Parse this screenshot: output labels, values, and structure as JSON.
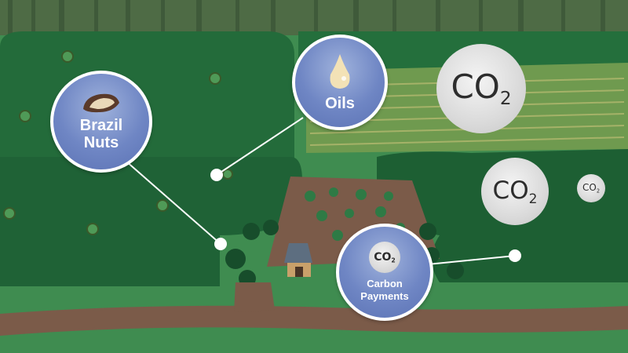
{
  "callouts": {
    "brazil_nuts": {
      "label_line1": "Brazil",
      "label_line2": "Nuts"
    },
    "oils": {
      "label": "Oils"
    },
    "carbon_payments": {
      "label_line1": "Carbon",
      "label_line2": "Payments",
      "badge_main": "CO",
      "badge_sub": "2"
    }
  },
  "co2_bubbles": [
    {
      "main": "CO",
      "sub": "2"
    },
    {
      "main": "CO",
      "sub": "2"
    },
    {
      "main": "CO",
      "sub": "2"
    }
  ],
  "colors": {
    "callout_fill": "#6f86c4",
    "callout_border": "#ffffff",
    "forest_dark": "#1f5a34",
    "grass": "#3c8a4e",
    "path": "#7b5b49",
    "co2_bubble": "#dcdcdc"
  }
}
